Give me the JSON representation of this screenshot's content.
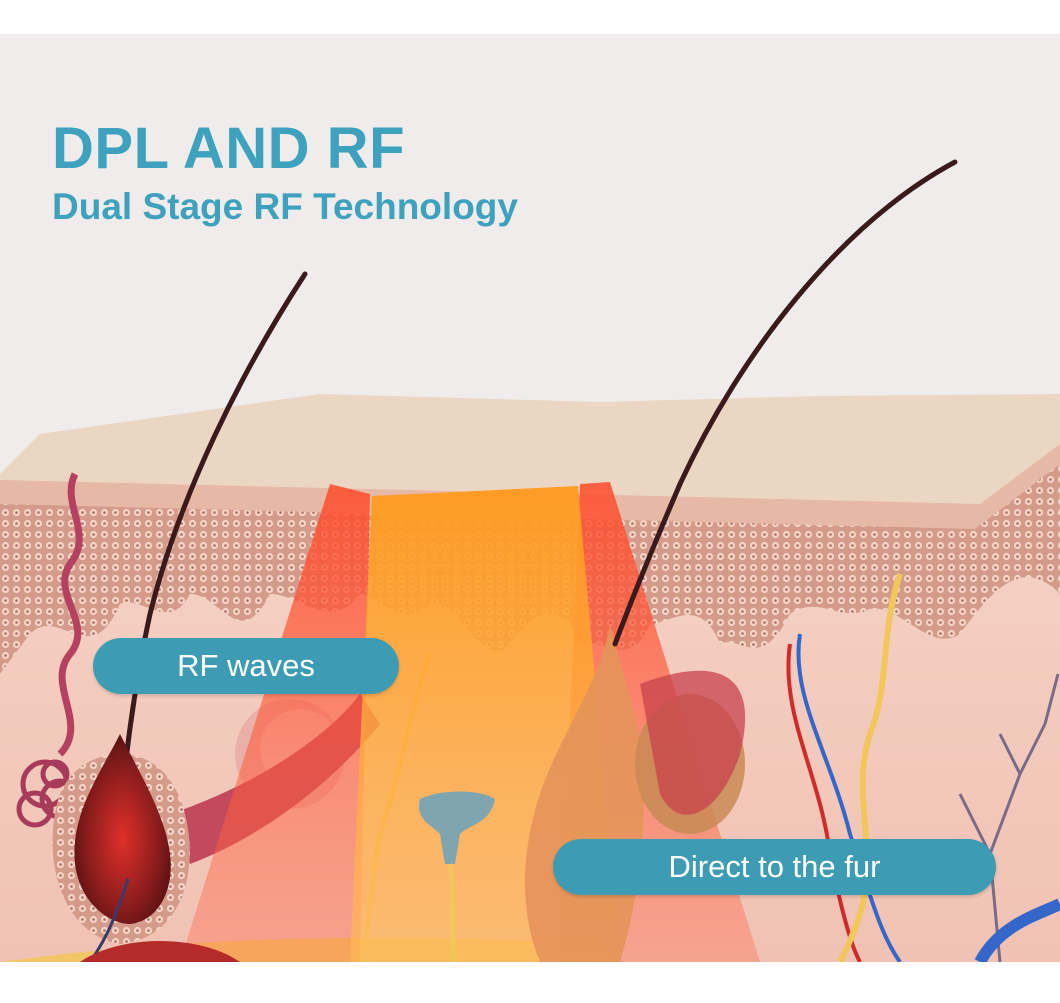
{
  "headline": "DPL AND RF",
  "subheadline": "Dual Stage RF Technology",
  "labels": {
    "rf_waves": "RF waves",
    "direct_to_fur": "Direct to the fur"
  },
  "colors": {
    "accent": "#3ea1be",
    "label_background": "#3d9cb4",
    "label_text": "#ffffff"
  }
}
